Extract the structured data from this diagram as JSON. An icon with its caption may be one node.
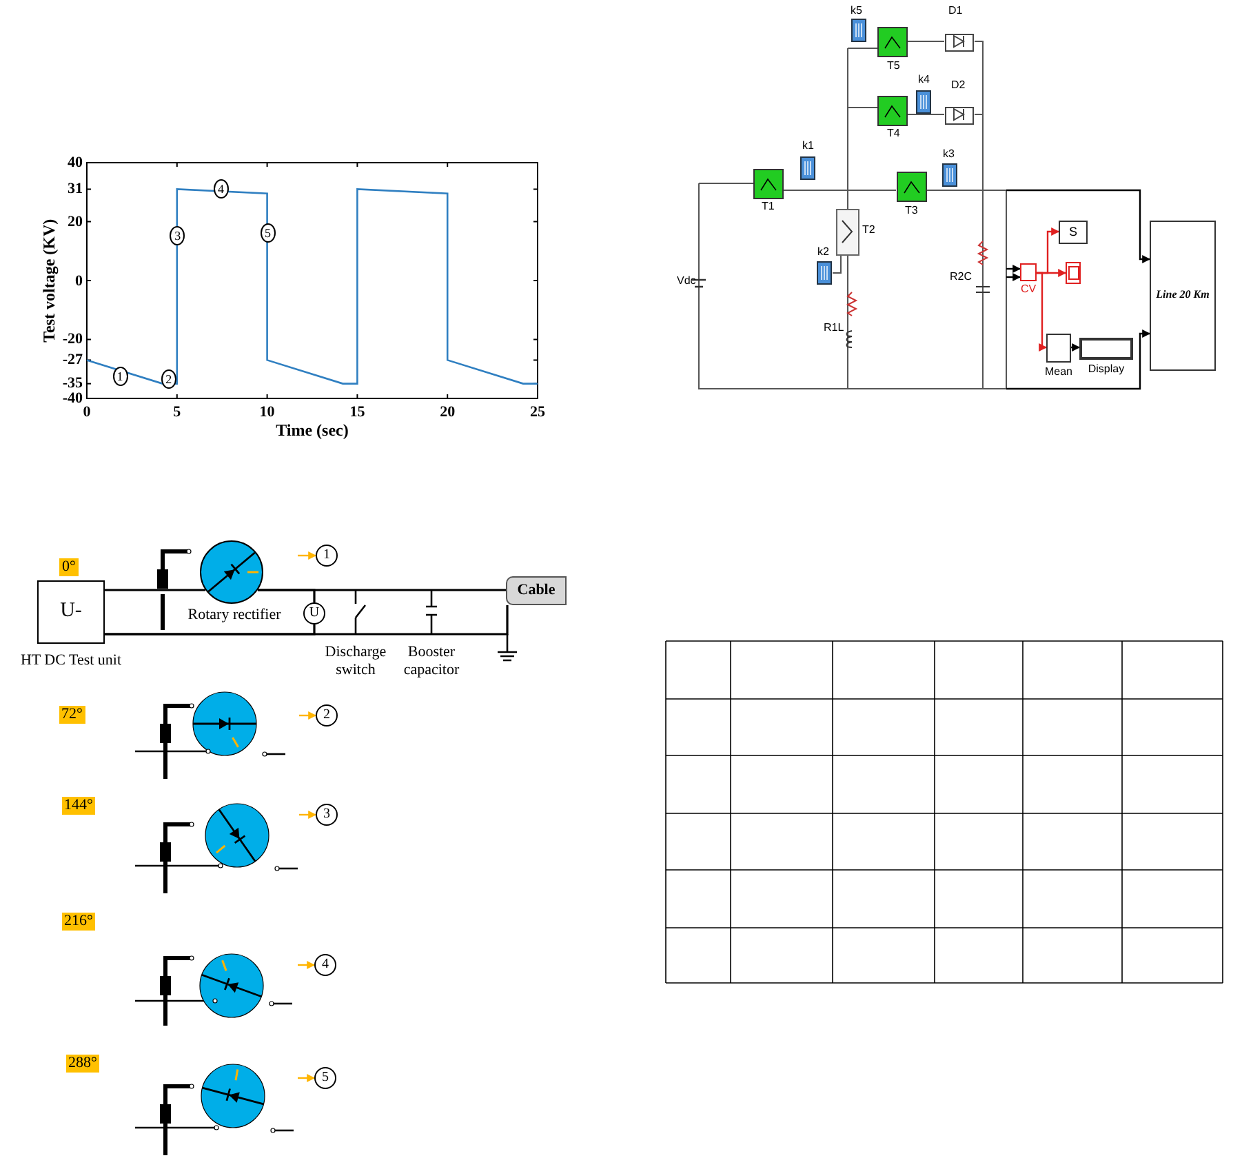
{
  "diagram": {
    "nodes": [
      {
        "text": [
          "S"
        ]
      },
      {
        "text": [],
        "shape": "box"
      },
      {
        "text": [],
        "shape": "box",
        "beside": [
          "CV"
        ]
      },
      {
        "text": [],
        "shape": "box",
        "beside": [
          "Mean"
        ]
      },
      {
        "text": [],
        "shape": "box",
        "beside": [
          "Display"
        ]
      },
      {
        "text": [
          "Line 20 Km"
        ]
      },
      {
        "text": [
          "U-"
        ],
        "beside": [
          "HT DC Test unit"
        ]
      },
      {
        "text": [],
        "shape": "circle",
        "beside": [
          "Rotary rectifier"
        ]
      },
      {
        "text": [
          "U"
        ]
      },
      {
        "text": [
          "Cable"
        ]
      },
      {
        "text": [
          "1"
        ]
      },
      {
        "text": [
          "2"
        ]
      },
      {
        "text": [
          "3"
        ]
      },
      {
        "text": [
          "4"
        ]
      },
      {
        "text": [
          "5"
        ]
      },
      {
        "text": [],
        "shape": "picture"
      }
    ],
    "edges": [
      {
        "from": 15,
        "to": 2,
        "arrow": "to"
      },
      {
        "from": 15,
        "to": 2,
        "arrow": "to"
      },
      {
        "from": 2,
        "to": 0,
        "arrow": "to",
        "color": "#e02020"
      },
      {
        "from": 2,
        "to": 1,
        "arrow": "to",
        "color": "#e02020"
      },
      {
        "from": 2,
        "to": 3,
        "arrow": "to",
        "color": "#e02020"
      },
      {
        "from": 3,
        "to": 4,
        "arrow": "to"
      },
      {
        "from": 15,
        "to": 5,
        "arrow": "to"
      },
      {
        "from": 15,
        "to": 5,
        "arrow": "to"
      },
      {
        "from": 6,
        "to": 7,
        "arrow": "none"
      },
      {
        "from": 7,
        "to": 9,
        "arrow": "none"
      },
      {
        "from": 6,
        "to": 9,
        "arrow": "none"
      },
      {
        "from": null,
        "to": 10,
        "arrow": "to",
        "color": "#ffb400"
      },
      {
        "from": null,
        "to": 11,
        "arrow": "to",
        "color": "#ffb400"
      },
      {
        "from": null,
        "to": 12,
        "arrow": "to",
        "color": "#ffb400"
      },
      {
        "from": null,
        "to": 13,
        "arrow": "to",
        "color": "#ffb400"
      },
      {
        "from": null,
        "to": 14,
        "arrow": "to",
        "color": "#ffb400"
      },
      {
        "from": 7,
        "to": 8,
        "arrow": "none"
      },
      {
        "from": 6,
        "to": 8,
        "arrow": "none"
      }
    ],
    "labels": [
      "k5",
      "T5",
      "D1",
      "k4",
      "D2",
      "T4",
      "k1",
      "k3",
      "T1",
      "T3",
      "T2",
      "k2",
      "Vdc",
      "R2C",
      "R1L",
      "0°",
      "72°",
      "144°",
      "216°",
      "288°",
      "Discharge switch",
      "Booster capacitor"
    ],
    "chart_data": {
      "type": "line",
      "xlabel": "Time (sec)",
      "ylabel": "Test voltage (KV)",
      "x": [
        0,
        4.2,
        5,
        5,
        10,
        10,
        14.2,
        15,
        15,
        20,
        20,
        24.2,
        25
      ],
      "series": [
        {
          "color": "#2f7fc1",
          "values": [
            -27,
            -35,
            -35,
            31,
            29.5,
            -27,
            -35,
            -35,
            31,
            29.5,
            -27,
            -35,
            -35
          ]
        }
      ],
      "xlim": [
        0,
        25
      ],
      "ylim": [
        -40,
        40
      ],
      "xticks": [
        0,
        5,
        10,
        15,
        20,
        25
      ],
      "yticks": [
        -40,
        -35,
        -27,
        -20,
        0,
        20,
        31,
        40
      ],
      "annotations": [
        {
          "x": 1.8,
          "y": -32.5,
          "text": "1"
        },
        {
          "x": 4.5,
          "y": -33.5,
          "text": "2"
        },
        {
          "x": 5,
          "y": 15,
          "text": "3"
        },
        {
          "x": 7.4,
          "y": 31,
          "text": "4"
        },
        {
          "x": 10,
          "y": 16,
          "text": "5"
        }
      ]
    }
  }
}
